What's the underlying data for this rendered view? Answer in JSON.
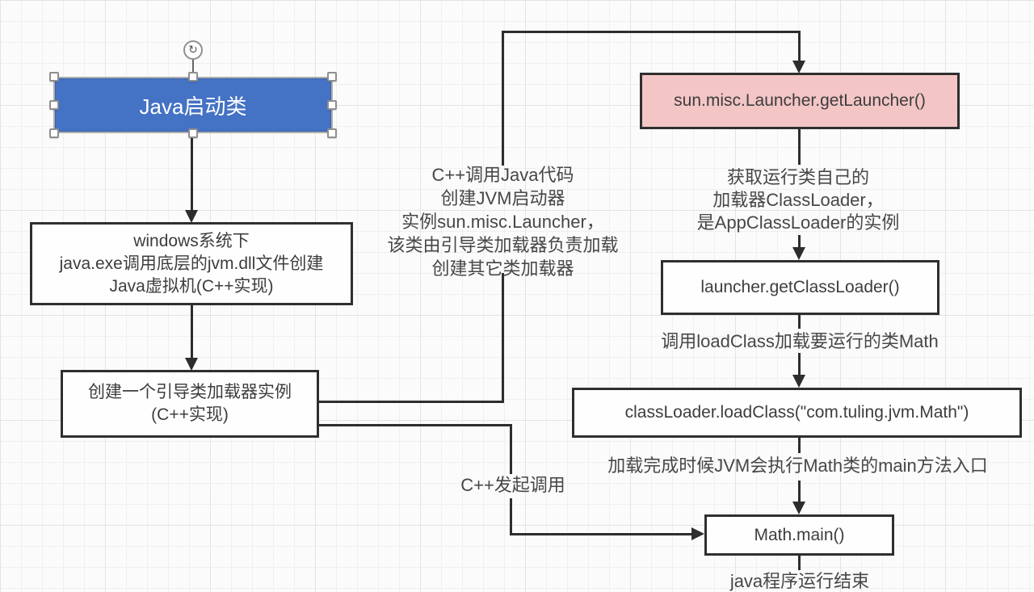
{
  "colors": {
    "canvas_bg": "#fbfbfb",
    "grid_line": "#f0f0f0",
    "connector": "#2d2d2d",
    "node_border": "#2f2f2f",
    "node_fill": "#fefefe",
    "node_text": "#3d3d3d",
    "blue_node_fill": "#4472c4",
    "blue_node_text": "#ffffff",
    "pink_node_fill": "#f3c5c5",
    "selection_handle_border": "#8f8f8f"
  },
  "nodes": {
    "java_start": {
      "label": "Java启动类"
    },
    "windows_jvm": {
      "lines": [
        "windows系统下",
        "java.exe调用底层的jvm.dll文件创建",
        "Java虚拟机(C++实现)"
      ]
    },
    "bootstrap_loader": {
      "lines": [
        "创建一个引导类加载器实例",
        "(C++实现)"
      ]
    },
    "get_launcher": {
      "label": "sun.misc.Launcher.getLauncher()"
    },
    "get_classloader": {
      "label": "launcher.getClassLoader()"
    },
    "load_class": {
      "label": "classLoader.loadClass(\"com.tuling.jvm.Math\")"
    },
    "math_main": {
      "label": "Math.main()"
    }
  },
  "annotations": {
    "cpp_calls_java": {
      "lines": [
        "C++调用Java代码",
        "创建JVM启动器",
        "实例sun.misc.Launcher，",
        "该类由引导类加载器负责加载",
        "创建其它类加载器"
      ]
    },
    "get_own_loader": {
      "lines": [
        "获取运行类自己的",
        "加载器ClassLoader，",
        "是AppClassLoader的实例"
      ]
    },
    "load_math": {
      "label": "调用loadClass加载要运行的类Math"
    },
    "exec_main": {
      "label": "加载完成时候JVM会执行Math类的main方法入口"
    },
    "cpp_invoke": {
      "label": "C++发起调用"
    },
    "program_end": {
      "label": "java程序运行结束"
    }
  },
  "selection": {
    "rotate_glyph": "↻"
  }
}
